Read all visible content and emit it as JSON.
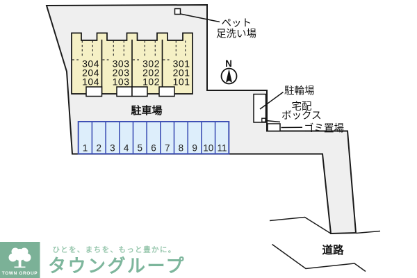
{
  "diagram": {
    "pet_area": {
      "line1": "ペット",
      "line2": "足洗い場"
    },
    "compass": {
      "label": "N"
    },
    "building": {
      "units": [
        {
          "rooms": [
            "304",
            "204",
            "104"
          ]
        },
        {
          "rooms": [
            "303",
            "203",
            "103"
          ]
        },
        {
          "rooms": [
            "302",
            "202",
            "102"
          ]
        },
        {
          "rooms": [
            "301",
            "201",
            "101"
          ]
        }
      ]
    },
    "parking": {
      "title": "駐車場",
      "spaces": [
        "1",
        "2",
        "3",
        "4",
        "5",
        "6",
        "7",
        "8",
        "9",
        "10",
        "11"
      ]
    },
    "bicycle": {
      "label": "駐輪場"
    },
    "delivery_box": {
      "line1": "宅配",
      "line2": "ボックス"
    },
    "garbage": {
      "label": "ゴミ置場"
    },
    "road": {
      "label": "道路"
    },
    "colors": {
      "site_fill": "#efefef",
      "building_fill": "#f5f0c5",
      "parking_fill": "#ddeefb",
      "parking_border": "#3f51b5",
      "outline": "#1a1a1a"
    }
  },
  "footer": {
    "logo_caption": "TOWN GROUP",
    "tagline": "ひとを、まちを、もっと豊かに。",
    "brand": "タウングループ",
    "brand_green": "#7bb197",
    "light_green": "#98c7ae"
  }
}
